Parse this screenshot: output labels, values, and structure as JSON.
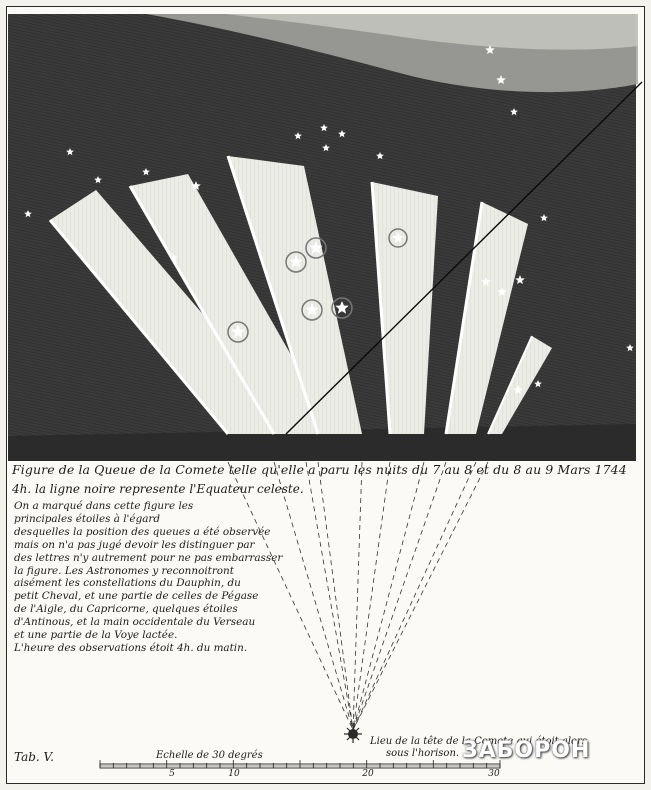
{
  "caption": {
    "title": "Figure de la Queue de la Comete telle qu'elle a paru les nuits du 7 au 8 et du 8 au 9 Mars 1744",
    "subtitle": "4h. la ligne noire represente l'Equateur celeste."
  },
  "notes": [
    "On a marqué dans cette figure les",
    "principales étoiles à l'égard",
    "desquelles la position des queues a été observée",
    "mais on n'a pas jugé devoir les distinguer par",
    "des lettres n'y autrement pour ne pas embarrasser",
    "la figure. Les Astronomes y reconnoitront",
    "aisément les constellations du Dauphin, du",
    "petit Cheval, et une partie de celles de Pégase",
    "de l'Aigle, du Capricorne, quelques étoiles",
    "d'Antinous, et la main occidentale du Verseau",
    "et une partie de la Voye lactée.",
    "L'heure des observations étoit 4h. du matin."
  ],
  "head_label": [
    "Lieu de la tête de la Comete qui étoit alors",
    "sous l'horison."
  ],
  "tab_label": "Tab. V.",
  "scale": {
    "title": "Echelle de 30 degrés",
    "ticks": [
      "5",
      "10",
      "20",
      "30"
    ]
  },
  "watermark": "ЗАБОРОН",
  "colors": {
    "sky": "#383838",
    "tail": "#ebebe6",
    "ink": "#1b1b1b",
    "paper": "#fbfaf6"
  },
  "icons": [
    "star-icon",
    "comet-head-icon"
  ]
}
